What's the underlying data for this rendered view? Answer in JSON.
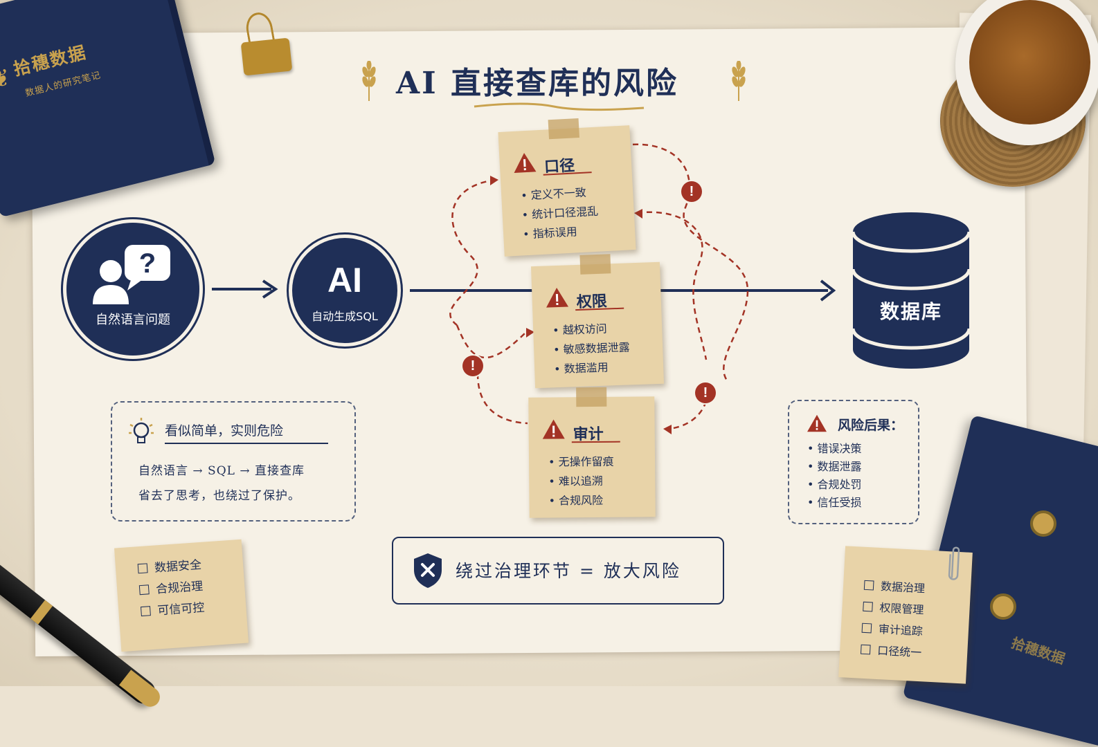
{
  "title": "AI 直接查库的风险",
  "notebook": {
    "brand": "拾穗数据",
    "subtitle": "数据人的研究笔记"
  },
  "notebook2": {
    "brand": "拾穗数据"
  },
  "flow": {
    "user_node": "自然语言问题",
    "ai_node_big": "AI",
    "ai_node_label": "自动生成SQL",
    "db_node": "数据库"
  },
  "notes": [
    {
      "title": "口径",
      "items": [
        "定义不一致",
        "统计口径混乱",
        "指标误用"
      ]
    },
    {
      "title": "权限",
      "items": [
        "越权访问",
        "敏感数据泄露",
        "数据滥用"
      ]
    },
    {
      "title": "审计",
      "items": [
        "无操作留痕",
        "难以追溯",
        "合规风险"
      ]
    }
  ],
  "tip": {
    "heading": "看似简单，实则危险",
    "line1": "自然语言 → SQL → 直接查库",
    "line2": "省去了思考，也绕过了保护。"
  },
  "consequences": {
    "heading": "风险后果：",
    "items": [
      "错误决策",
      "数据泄露",
      "合规处罚",
      "信任受损"
    ]
  },
  "banner": "绕过治理环节 = 放大风险",
  "left_sticky": [
    "数据安全",
    "合规治理",
    "可信可控"
  ],
  "right_sticky": [
    "数据治理",
    "权限管理",
    "审计追踪",
    "口径统一"
  ],
  "alert_symbol": "!",
  "colors": {
    "navy": "#1f2f57",
    "red": "#a33325",
    "gold": "#c9a24e",
    "kraft": "#e8d3a8"
  }
}
